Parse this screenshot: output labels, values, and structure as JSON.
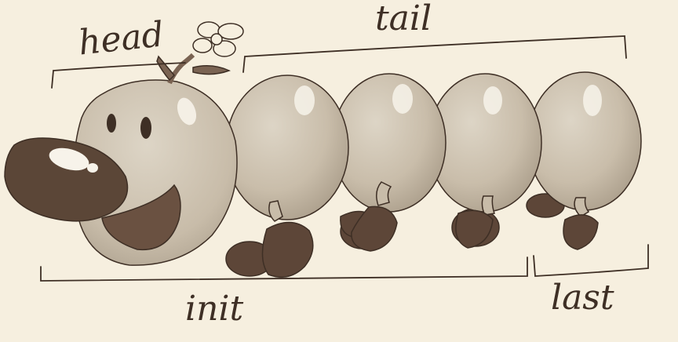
{
  "labels": {
    "head": "head",
    "tail": "tail",
    "init": "init",
    "last": "last"
  },
  "colors": {
    "background": "#f6efdf",
    "ink": "#3e2f25",
    "body_light": "#d8cfbf",
    "body_mid": "#c8bca9",
    "body_dark": "#a69a88",
    "nose": "#5b4637",
    "mouth": "#6a5141",
    "feet": "#5d4638",
    "highlight": "#f7f3ea"
  },
  "icons": [
    "caterpillar-illustration",
    "flower-icon"
  ]
}
